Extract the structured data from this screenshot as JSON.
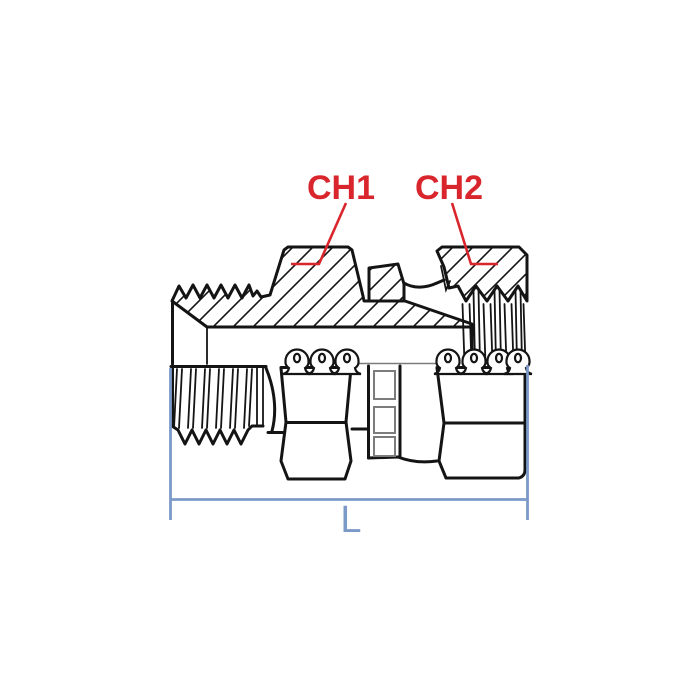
{
  "drawing": {
    "labels": {
      "ch1": "CH1",
      "ch2": "CH2",
      "length": "L"
    },
    "colors": {
      "callout_red": "#d9262d",
      "dimension_blue": "#7b9ac8",
      "outline_black": "#141414",
      "detail_gray": "#7c7c7c"
    }
  }
}
